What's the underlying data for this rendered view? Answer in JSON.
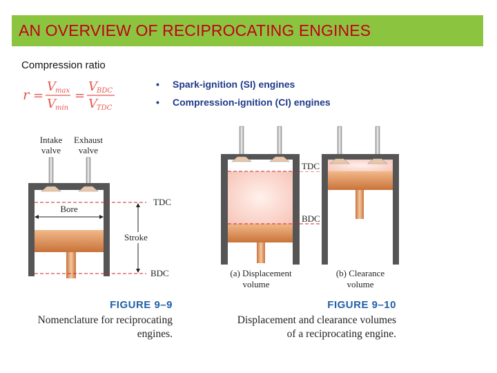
{
  "title": "AN OVERVIEW OF RECIPROCATING ENGINES",
  "subtitle": "Compression ratio",
  "formula": {
    "lhs": "r",
    "eq": "=",
    "num1": "V",
    "num1_sub": "max",
    "den1": "V",
    "den1_sub": "min",
    "num2": "V",
    "num2_sub": "BDC",
    "den2": "V",
    "den2_sub": "TDC"
  },
  "bullets": [
    {
      "marker": "•",
      "text": "Spark-ignition (SI) engines"
    },
    {
      "marker": "•",
      "text": "Compression-ignition (CI) engines"
    }
  ],
  "figure_9_9": {
    "label_intake_1": "Intake",
    "label_intake_2": "valve",
    "label_exhaust_1": "Exhaust",
    "label_exhaust_2": "valve",
    "label_tdc": "TDC",
    "label_bore": "Bore",
    "label_stroke": "Stroke",
    "label_bdc": "BDC",
    "caption_head": "FIGURE 9–9",
    "caption_line1": "Nomenclature for reciprocating",
    "caption_line2": "engines."
  },
  "figure_9_10": {
    "label_tdc": "TDC",
    "label_bdc": "BDC",
    "label_a_1": "(a) Displacement",
    "label_a_2": "volume",
    "label_b_1": "(b) Clearance",
    "label_b_2": "volume",
    "caption_head": "FIGURE 9–10",
    "caption_line1": "Displacement and clearance volumes",
    "caption_line2": "of a reciprocating engine."
  },
  "colors": {
    "title_bar": "#8bc53f",
    "title_text": "#c0001a",
    "bullet_text": "#1f3a8a",
    "formula": "#e8554f",
    "cylinder_wall": "#555555",
    "piston": "#d98a4e",
    "volume_fill": "#fbd7cf",
    "dashed_line": "#d0202a",
    "caption_head": "#1f5fa8"
  }
}
